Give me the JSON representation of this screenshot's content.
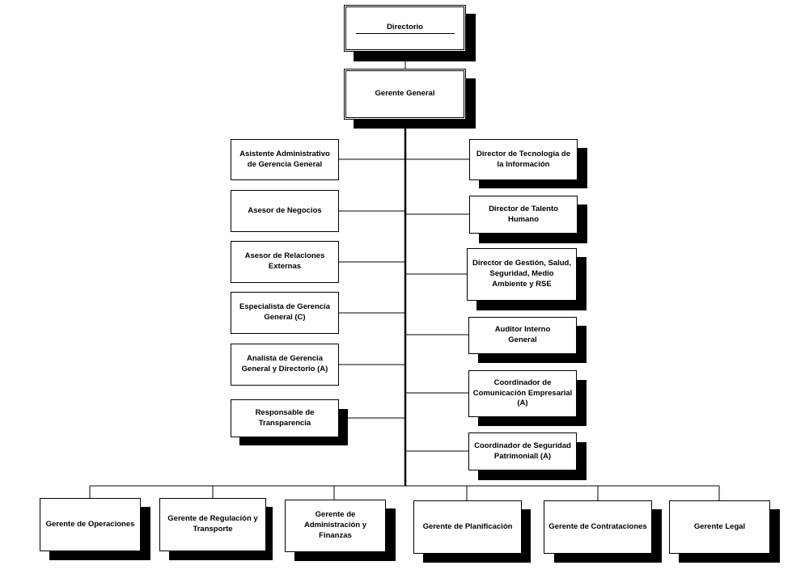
{
  "nodes": {
    "directorio": "Directorio",
    "gerente_general": "Gerente General",
    "left": [
      "Asistente Administrativo\nde Gerencia General",
      "Asesor de Negocios",
      "Asesor de Relaciones\nExternas",
      "Especialista de Gerencia\nGeneral (C)",
      "Analista de Gerencia\nGeneral y Directorio (A)",
      "Responsable de\nTransparencia"
    ],
    "right": [
      "Director de Tecnología de\nla Información",
      "Director de Talento\nHumano",
      "Director de Gestión, Salud,\nSeguridad, Medio\nAmbiente y RSE",
      "Auditor Interno\nGeneral",
      "Coordinador de\nComunicación Empresarial\n(A)",
      "Coordinador de Seguridad\nPatrimoniall (A)"
    ],
    "bottom": [
      "Gerente de Operaciones",
      "Gerente de Regulación y\nTransporte",
      "Gerente de\nAdministración y\nFinanzas",
      "Gerente de Planificación",
      "Gerente de Contrataciones",
      "Gerente Legal"
    ]
  }
}
